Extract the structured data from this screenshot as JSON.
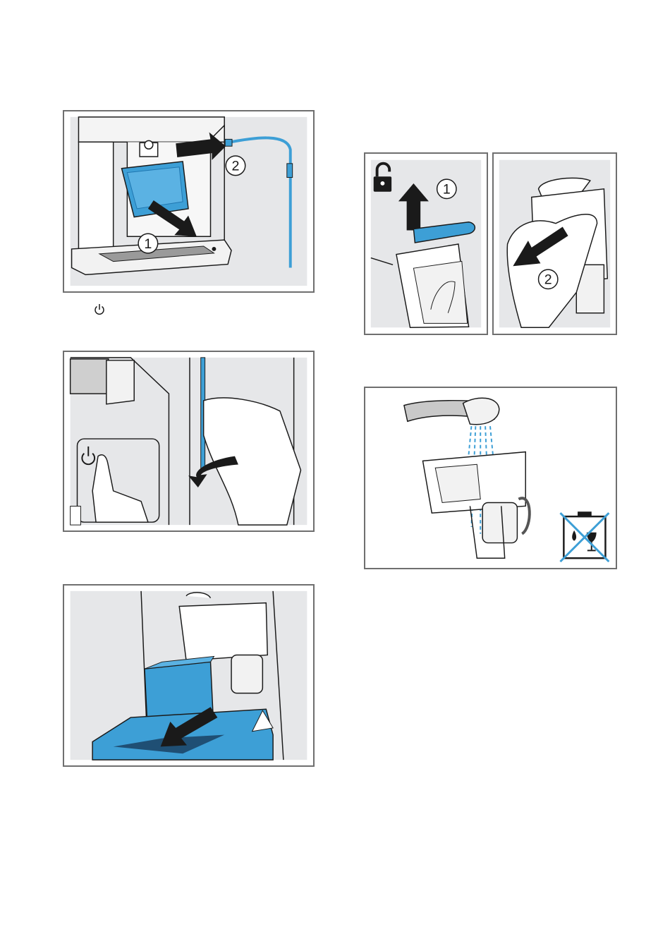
{
  "step_numbers": {
    "remove_drip_tray": "1",
    "remove_milk_tube": "2",
    "unlock_brewing_unit": "1",
    "pull_out_brewing_unit": "2"
  },
  "icons": {
    "power_symbol": "power-icon",
    "unlock": "padlock-open-icon",
    "no_dishwasher": "no-dishwasher-icon"
  },
  "colors": {
    "accent_blue": "#3d9fd6",
    "accent_blue_dark": "#1f76b0",
    "panel_grey": "#e6e7e9",
    "line": "#1a1a1a"
  }
}
